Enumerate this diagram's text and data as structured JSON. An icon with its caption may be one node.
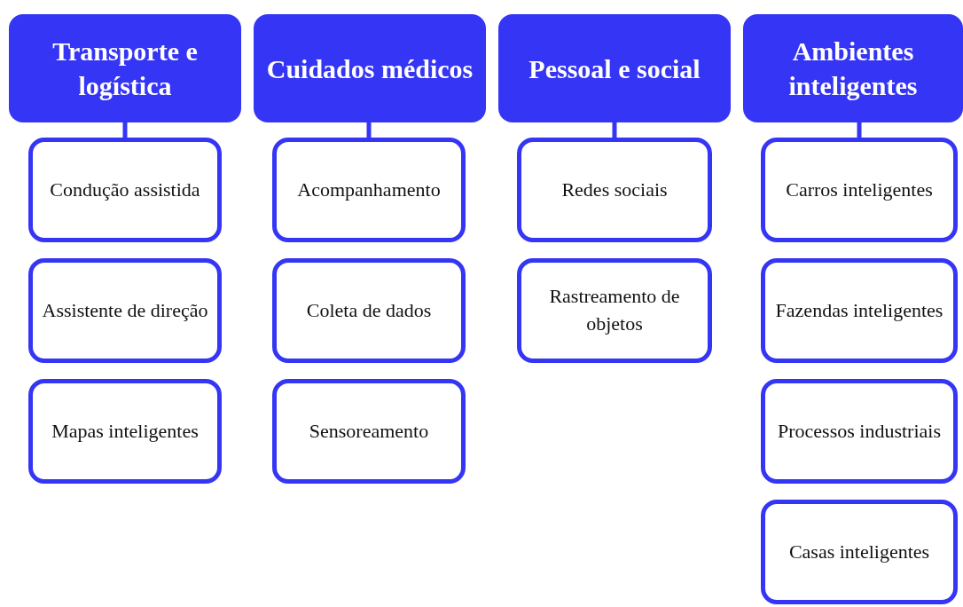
{
  "diagram": {
    "nodes": [
      {
        "text": [
          "Transporte e logística"
        ]
      },
      {
        "text": [
          "Condução assistida"
        ]
      },
      {
        "text": [
          "Assistente de direção"
        ]
      },
      {
        "text": [
          "Mapas inteligentes"
        ]
      },
      {
        "text": [
          "Cuidados médicos"
        ]
      },
      {
        "text": [
          "Acompanhamento"
        ]
      },
      {
        "text": [
          "Coleta de dados"
        ]
      },
      {
        "text": [
          "Sensoreamento"
        ]
      },
      {
        "text": [
          "Pessoal e social"
        ]
      },
      {
        "text": [
          "Redes sociais"
        ]
      },
      {
        "text": [
          "Rastreamento de objetos"
        ]
      },
      {
        "text": [
          "Ambientes inteligentes"
        ]
      },
      {
        "text": [
          "Carros inteligentes"
        ]
      },
      {
        "text": [
          "Fazendas inteligentes"
        ]
      },
      {
        "text": [
          "Processos industriais"
        ]
      },
      {
        "text": [
          "Casas inteligentes"
        ]
      }
    ],
    "edges": [
      {
        "from": 0,
        "to": 1,
        "arrow": "none"
      },
      {
        "from": 4,
        "to": 5,
        "arrow": "none"
      },
      {
        "from": 8,
        "to": 9,
        "arrow": "none"
      },
      {
        "from": 11,
        "to": 12,
        "arrow": "none"
      }
    ]
  }
}
